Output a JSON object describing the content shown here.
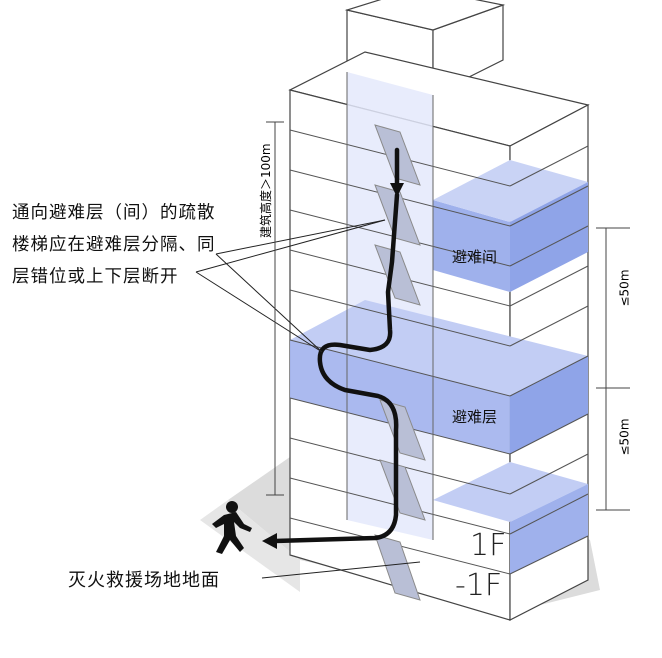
{
  "callout": {
    "line1": "通向避难层（间）的疏散",
    "line2": "楼梯应在避难层分隔、同",
    "line3": "层错位或上下层断开"
  },
  "labels": {
    "refuge_room": "避难间",
    "refuge_floor": "避难层",
    "building_height": "建筑高度＞100m",
    "spacing_upper": "≤50m",
    "spacing_lower": "≤50m",
    "ground_floor": "1F",
    "basement_floor": "-1F",
    "rescue_ground": "灭火救援场地地面"
  },
  "colors": {
    "refuge_fill": "#8fa4e8",
    "refuge_fill_light": "#c8d2f4",
    "stair_shaft": "#dfe5fb",
    "ground_shadow": "#d9d9d9",
    "path": "#111111"
  },
  "icons": {
    "runner": "running-person-icon",
    "arrow": "evacuation-path-arrow"
  }
}
